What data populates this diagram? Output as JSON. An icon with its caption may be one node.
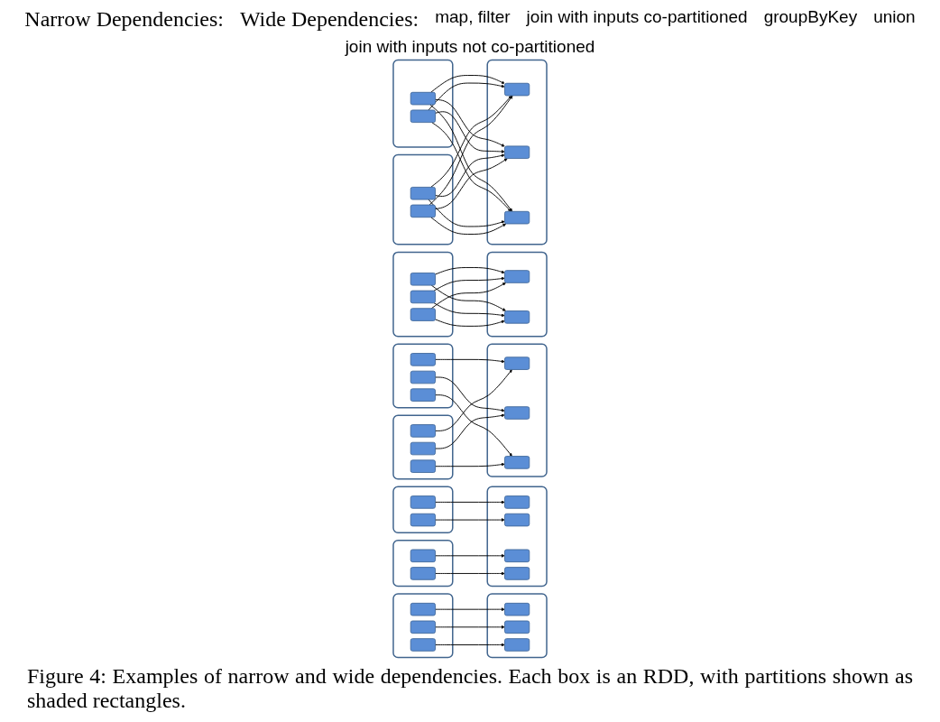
{
  "diagram": {
    "caption": "Figure 4: Examples of narrow and wide dependencies. Each box is an RDD, with partitions shown as shaded rectangles.",
    "nodes": [
      {
        "text": [],
        "shape": "box"
      },
      {
        "text": [],
        "shape": "box",
        "in": 0
      },
      {
        "text": [],
        "shape": "box",
        "in": 0
      },
      {
        "text": [],
        "shape": "box",
        "in": 0
      },
      {
        "text": [],
        "shape": "box"
      },
      {
        "text": [],
        "shape": "box",
        "in": 4
      },
      {
        "text": [],
        "shape": "box",
        "in": 4
      },
      {
        "text": [],
        "shape": "box",
        "in": 4
      },
      {
        "text": [],
        "shape": "box"
      },
      {
        "text": [],
        "shape": "box",
        "in": 8
      },
      {
        "text": [],
        "shape": "box",
        "in": 8
      },
      {
        "text": [],
        "shape": "box"
      },
      {
        "text": [],
        "shape": "box",
        "in": 11
      },
      {
        "text": [],
        "shape": "box",
        "in": 11
      },
      {
        "text": [],
        "shape": "box"
      },
      {
        "text": [],
        "shape": "box",
        "in": 14
      },
      {
        "text": [],
        "shape": "box",
        "in": 14
      },
      {
        "text": [],
        "shape": "box",
        "in": 14
      },
      {
        "text": [],
        "shape": "box",
        "in": 14
      },
      {
        "text": [],
        "shape": "box"
      },
      {
        "text": [],
        "shape": "box",
        "in": 19
      },
      {
        "text": [],
        "shape": "box",
        "in": 19
      },
      {
        "text": [],
        "shape": "box",
        "in": 19
      },
      {
        "text": [],
        "shape": "box"
      },
      {
        "text": [],
        "shape": "box",
        "in": 23
      },
      {
        "text": [],
        "shape": "box",
        "in": 23
      },
      {
        "text": [],
        "shape": "box",
        "in": 23
      },
      {
        "text": [],
        "shape": "box"
      },
      {
        "text": [],
        "shape": "box",
        "in": 27
      },
      {
        "text": [],
        "shape": "box",
        "in": 27
      },
      {
        "text": [],
        "shape": "box",
        "in": 27
      },
      {
        "text": [],
        "shape": "box"
      },
      {
        "text": [],
        "shape": "box",
        "in": 31
      },
      {
        "text": [],
        "shape": "box",
        "in": 31
      },
      {
        "text": [],
        "shape": "box",
        "in": 31
      },
      {
        "text": [],
        "shape": "box"
      },
      {
        "text": [],
        "shape": "box",
        "in": 35
      },
      {
        "text": [],
        "shape": "box",
        "in": 35
      },
      {
        "text": [],
        "shape": "box"
      },
      {
        "text": [],
        "shape": "box",
        "in": 38
      },
      {
        "text": [],
        "shape": "box",
        "in": 38
      },
      {
        "text": [],
        "shape": "box"
      },
      {
        "text": [],
        "shape": "box",
        "in": 41
      },
      {
        "text": [],
        "shape": "box",
        "in": 41
      },
      {
        "text": [],
        "shape": "box"
      },
      {
        "text": [],
        "shape": "box",
        "in": 44
      },
      {
        "text": [],
        "shape": "box",
        "in": 44
      },
      {
        "text": [],
        "shape": "box",
        "in": 44
      }
    ],
    "edges": [
      {
        "from": 1,
        "to": 5,
        "arrow": "to"
      },
      {
        "from": 2,
        "to": 6,
        "arrow": "to"
      },
      {
        "from": 3,
        "to": 7,
        "arrow": "to"
      },
      {
        "from": 9,
        "to": 15,
        "arrow": "to"
      },
      {
        "from": 10,
        "to": 16,
        "arrow": "to"
      },
      {
        "from": 12,
        "to": 17,
        "arrow": "to"
      },
      {
        "from": 13,
        "to": 18,
        "arrow": "to"
      },
      {
        "from": 20,
        "to": 28,
        "arrow": "to"
      },
      {
        "from": 21,
        "to": 29,
        "arrow": "to"
      },
      {
        "from": 22,
        "to": 30,
        "arrow": "to"
      },
      {
        "from": 24,
        "to": 28,
        "arrow": "to"
      },
      {
        "from": 25,
        "to": 29,
        "arrow": "to"
      },
      {
        "from": 26,
        "to": 30,
        "arrow": "to"
      },
      {
        "from": 32,
        "to": 36,
        "arrow": "to"
      },
      {
        "from": 32,
        "to": 37,
        "arrow": "to"
      },
      {
        "from": 33,
        "to": 36,
        "arrow": "to"
      },
      {
        "from": 33,
        "to": 37,
        "arrow": "to"
      },
      {
        "from": 34,
        "to": 36,
        "arrow": "to"
      },
      {
        "from": 34,
        "to": 37,
        "arrow": "to"
      },
      {
        "from": 39,
        "to": 45,
        "arrow": "to"
      },
      {
        "from": 39,
        "to": 46,
        "arrow": "to"
      },
      {
        "from": 39,
        "to": 47,
        "arrow": "to"
      },
      {
        "from": 40,
        "to": 45,
        "arrow": "to"
      },
      {
        "from": 40,
        "to": 46,
        "arrow": "to"
      },
      {
        "from": 40,
        "to": 47,
        "arrow": "to"
      },
      {
        "from": 42,
        "to": 45,
        "arrow": "to"
      },
      {
        "from": 42,
        "to": 46,
        "arrow": "to"
      },
      {
        "from": 42,
        "to": 47,
        "arrow": "to"
      },
      {
        "from": 43,
        "to": 45,
        "arrow": "to"
      },
      {
        "from": 43,
        "to": 46,
        "arrow": "to"
      },
      {
        "from": 43,
        "to": 47,
        "arrow": "to"
      }
    ],
    "labels": [
      "Narrow Dependencies:",
      "Wide Dependencies:",
      "map, filter",
      "join with inputs co-partitioned",
      "groupByKey",
      "union",
      "join with inputs not co-partitioned"
    ]
  }
}
